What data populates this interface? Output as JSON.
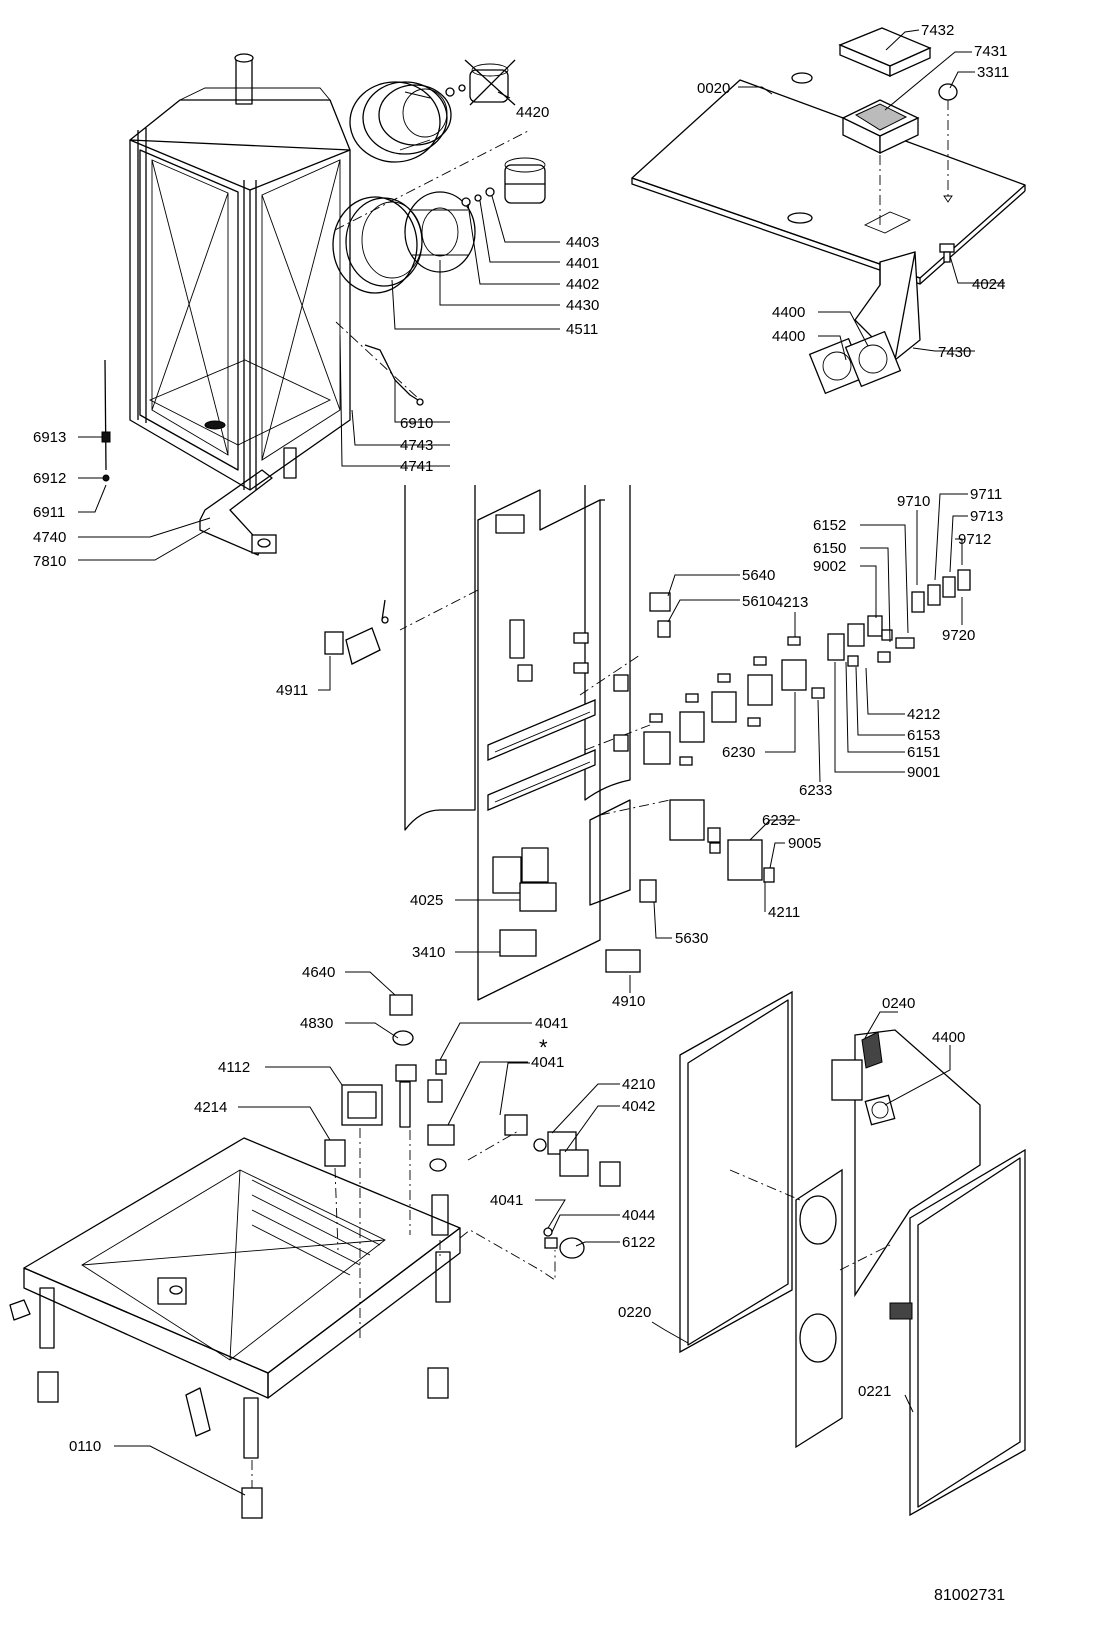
{
  "document_number": "81002731",
  "callouts": [
    {
      "id": "7432",
      "text": "7432"
    },
    {
      "id": "7431",
      "text": "7431"
    },
    {
      "id": "3311",
      "text": "3311"
    },
    {
      "id": "0020",
      "text": "0020"
    },
    {
      "id": "4024",
      "text": "4024"
    },
    {
      "id": "4400a",
      "text": "4400"
    },
    {
      "id": "4400b",
      "text": "4400"
    },
    {
      "id": "7430",
      "text": "7430"
    },
    {
      "id": "4420",
      "text": "4420"
    },
    {
      "id": "4403",
      "text": "4403"
    },
    {
      "id": "4401",
      "text": "4401"
    },
    {
      "id": "4402",
      "text": "4402"
    },
    {
      "id": "4430",
      "text": "4430"
    },
    {
      "id": "4511",
      "text": "4511"
    },
    {
      "id": "6910",
      "text": "6910"
    },
    {
      "id": "4743",
      "text": "4743"
    },
    {
      "id": "4741",
      "text": "4741"
    },
    {
      "id": "6913",
      "text": "6913"
    },
    {
      "id": "6912",
      "text": "6912"
    },
    {
      "id": "6911",
      "text": "6911"
    },
    {
      "id": "4740",
      "text": "4740"
    },
    {
      "id": "7810",
      "text": "7810"
    },
    {
      "id": "9710",
      "text": "9710"
    },
    {
      "id": "9711",
      "text": "9711"
    },
    {
      "id": "9713",
      "text": "9713"
    },
    {
      "id": "9712",
      "text": "9712"
    },
    {
      "id": "6152",
      "text": "6152"
    },
    {
      "id": "6150",
      "text": "6150"
    },
    {
      "id": "9002",
      "text": "9002"
    },
    {
      "id": "9720",
      "text": "9720"
    },
    {
      "id": "5640",
      "text": "5640"
    },
    {
      "id": "5610",
      "text": "5610"
    },
    {
      "id": "4213",
      "text": "4213"
    },
    {
      "id": "4911",
      "text": "4911"
    },
    {
      "id": "4212",
      "text": "4212"
    },
    {
      "id": "6153",
      "text": "6153"
    },
    {
      "id": "6151",
      "text": "6151"
    },
    {
      "id": "6230",
      "text": "6230"
    },
    {
      "id": "9001",
      "text": "9001"
    },
    {
      "id": "6233",
      "text": "6233"
    },
    {
      "id": "6232",
      "text": "6232"
    },
    {
      "id": "9005",
      "text": "9005"
    },
    {
      "id": "4025",
      "text": "4025"
    },
    {
      "id": "4211",
      "text": "4211"
    },
    {
      "id": "5630",
      "text": "5630"
    },
    {
      "id": "3410",
      "text": "3410"
    },
    {
      "id": "4640",
      "text": "4640"
    },
    {
      "id": "4910",
      "text": "4910"
    },
    {
      "id": "4830",
      "text": "4830"
    },
    {
      "id": "4041a",
      "text": "4041"
    },
    {
      "id": "star",
      "text": "*"
    },
    {
      "id": "4041b",
      "text": "4041"
    },
    {
      "id": "4112",
      "text": "4112"
    },
    {
      "id": "4214",
      "text": "4214"
    },
    {
      "id": "4210",
      "text": "4210"
    },
    {
      "id": "4042",
      "text": "4042"
    },
    {
      "id": "4041c",
      "text": "4041"
    },
    {
      "id": "4044",
      "text": "4044"
    },
    {
      "id": "6122",
      "text": "6122"
    },
    {
      "id": "0240",
      "text": "0240"
    },
    {
      "id": "4400c",
      "text": "4400"
    },
    {
      "id": "0220",
      "text": "0220"
    },
    {
      "id": "0221",
      "text": "0221"
    },
    {
      "id": "0110",
      "text": "0110"
    }
  ]
}
